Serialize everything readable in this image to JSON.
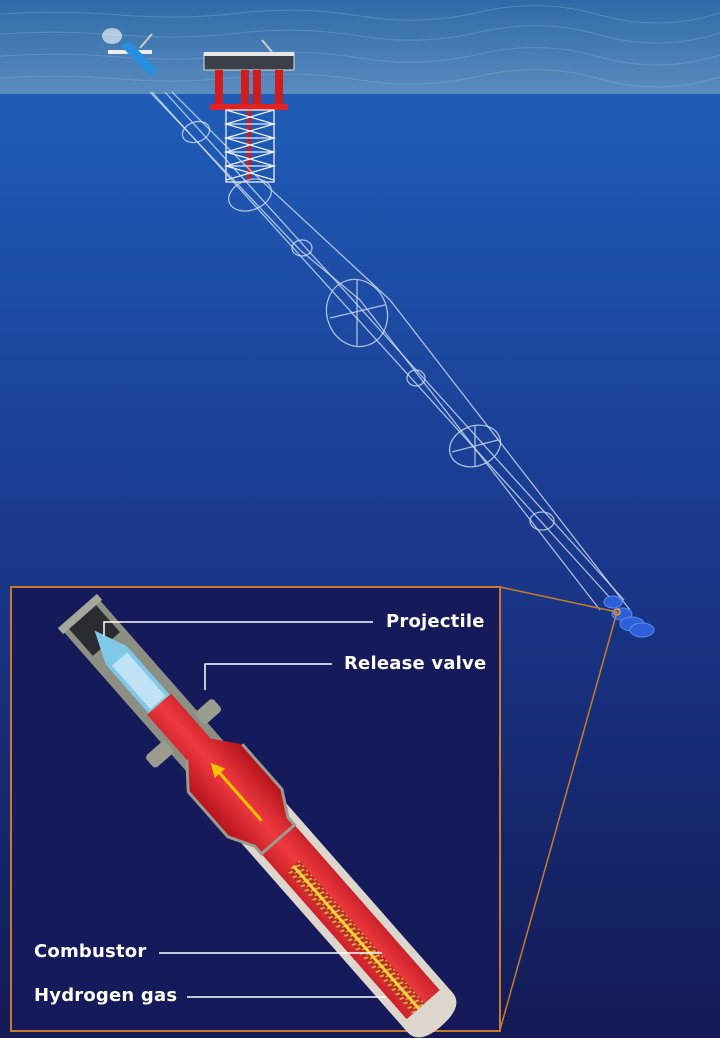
{
  "colors": {
    "sea_surface": "#3f78b3",
    "deep_water_top": "#1f5db8",
    "deep_water_bottom": "#131a55",
    "inset_border": "#c87a2c",
    "propellant_red": "#e0232b",
    "projectile_blue": "#7fc8ea",
    "arrow_yellow": "#ffc400"
  },
  "inset": {
    "labels": {
      "projectile": "Projectile",
      "release_valve": "Release valve",
      "combustor": "Combustor",
      "hydrogen_gas": "Hydrogen gas"
    }
  },
  "scene": {
    "icons": [
      "offshore-platform-icon",
      "surface-muzzle-icon",
      "launch-tube-icon",
      "breech-anchor-icon"
    ]
  }
}
